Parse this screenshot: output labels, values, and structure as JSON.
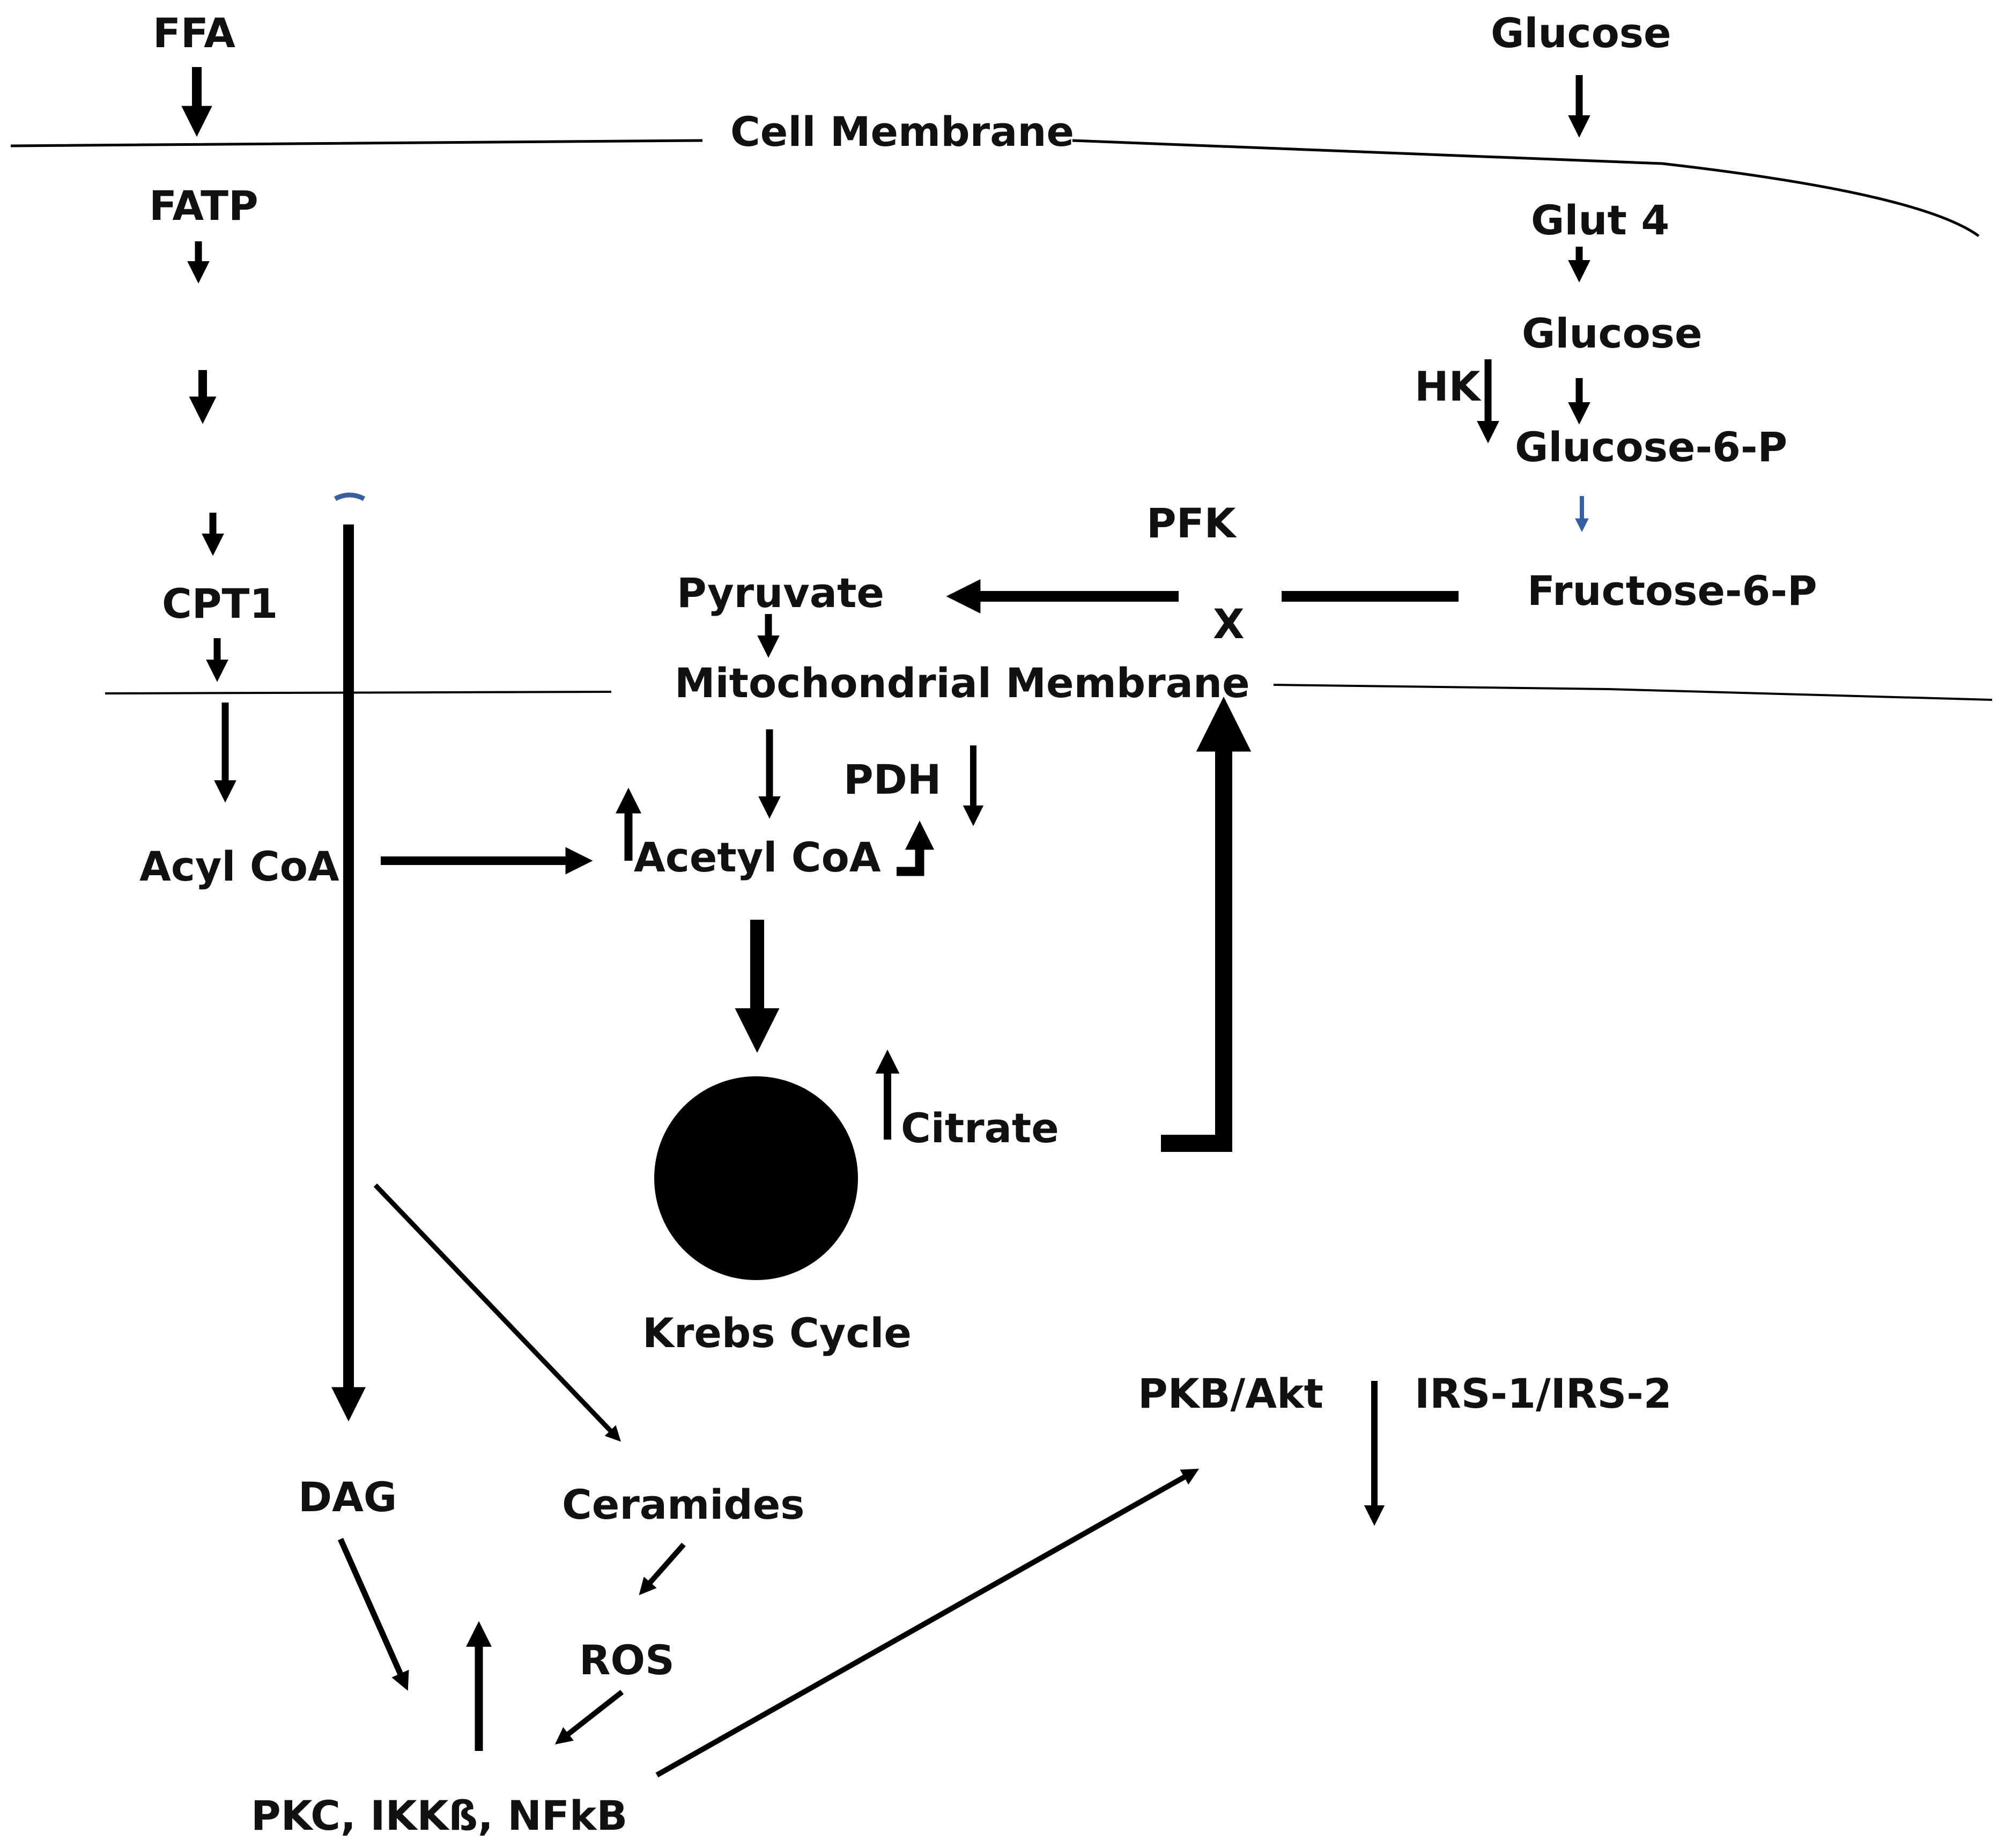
{
  "diagram": {
    "labels": {
      "ffa": "FFA",
      "glucose_ext": "Glucose",
      "cell_membrane": "Cell Membrane",
      "fatp": "FATP",
      "glut4": "Glut 4",
      "glucose_int": "Glucose",
      "hk": "HK",
      "g6p": "Glucose-6-P",
      "pfk": "PFK",
      "cpt1": "CPT1",
      "pyruvate": "Pyruvate",
      "x_block": "X",
      "f6p": "Fructose-6-P",
      "mito_membrane": "Mitochondrial Membrane",
      "pdh": "PDH",
      "acyl_coa": "Acyl CoA",
      "acetyl_coa": "Acetyl CoA",
      "citrate": "Citrate",
      "krebs": "Krebs Cycle",
      "pkb_akt": "PKB/Akt",
      "irs": "IRS-1/IRS-2",
      "dag": "DAG",
      "ceramides": "Ceramides",
      "ros": "ROS",
      "pkc": "PKC, IKKß, NFkB"
    },
    "colors": {
      "ink": "#000000",
      "accent_blue": "#3a5fa0"
    }
  }
}
